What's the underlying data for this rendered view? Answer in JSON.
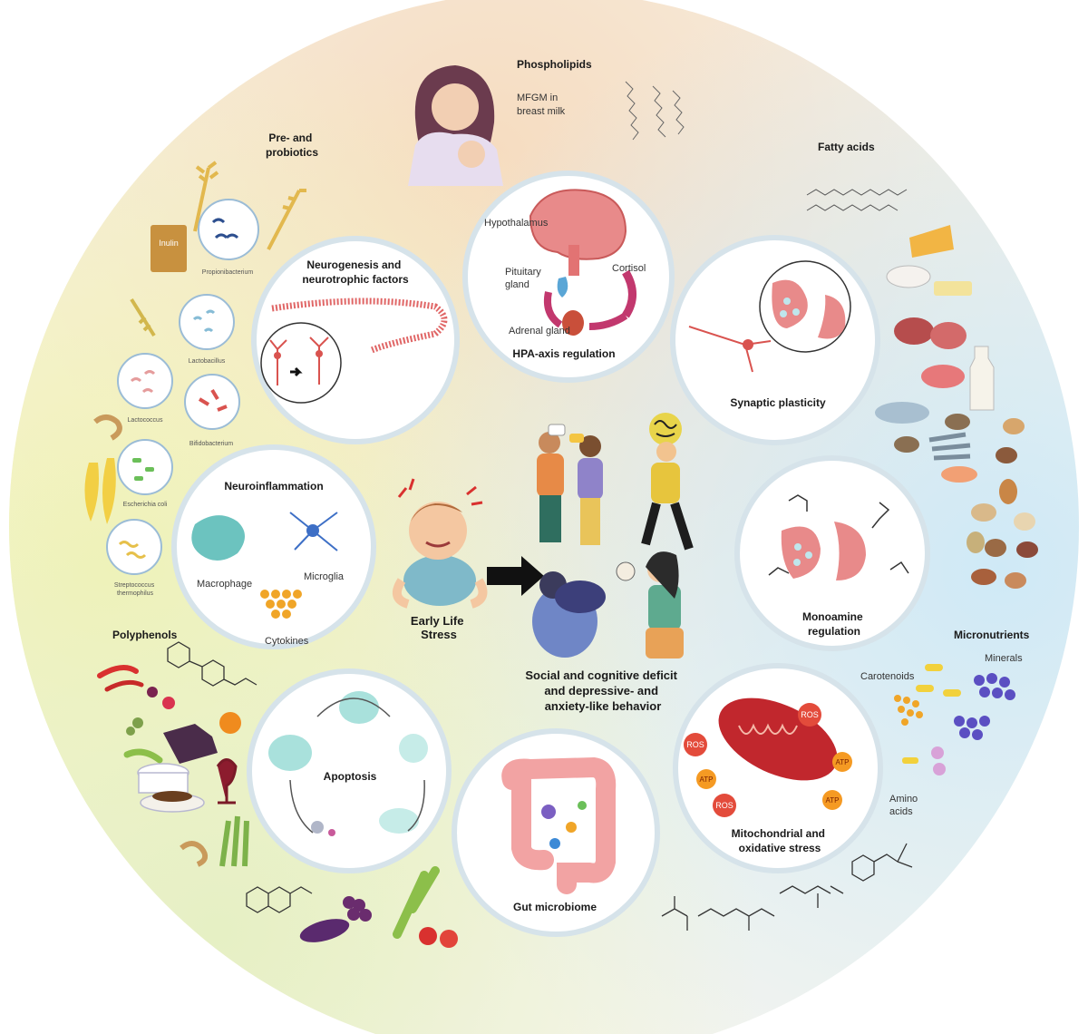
{
  "center": {
    "early_life_stress": [
      "Early Life",
      "Stress"
    ],
    "outcome": [
      "Social and cognitive deficit",
      "and depressive- and",
      "anxiety-like behavior"
    ]
  },
  "circles": {
    "hpa": {
      "title": "HPA-axis regulation",
      "labels": {
        "hypothalamus": "Hypothalamus",
        "pituitary": [
          "Pituitary",
          "gland"
        ],
        "cortisol": "Cortisol",
        "adrenal": "Adrenal gland"
      }
    },
    "neurogenesis": {
      "title": [
        "Neurogenesis and",
        "neurotrophic factors"
      ]
    },
    "synaptic": {
      "title": "Synaptic plasticity"
    },
    "neuroinflammation": {
      "title": "Neuroinflammation",
      "labels": {
        "macrophage": "Macrophage",
        "microglia": "Microglia",
        "cytokines": "Cytokines"
      }
    },
    "monoamine": {
      "title": [
        "Monoamine",
        "regulation"
      ]
    },
    "apoptosis": {
      "title": "Apoptosis"
    },
    "mitochondrial": {
      "title": [
        "Mitochondrial and",
        "oxidative stress"
      ],
      "labels": {
        "ros": "ROS",
        "atp": "ATP"
      }
    },
    "gut": {
      "title": "Gut microbiome"
    }
  },
  "nutrients": {
    "phospholipids": {
      "title": "Phospholipids",
      "sub": [
        "MFGM in",
        "breast milk"
      ]
    },
    "prebiotics": {
      "title": [
        "Pre- and",
        "probiotics"
      ],
      "inulin": "Inulin",
      "bacteria": {
        "propionibacterium": "Propionibacterium",
        "lactobacillus": "Lactobacillus",
        "lactococcus": "Lactococcus",
        "bifidobacterium": "Bifidobacterium",
        "ecoli": "Escherichia coli",
        "strep": [
          "Streptococcus",
          "thermophilus"
        ]
      }
    },
    "fatty_acids": {
      "title": "Fatty acids"
    },
    "polyphenols": {
      "title": "Polyphenols"
    },
    "micronutrients": {
      "title": "Micronutrients",
      "minerals": "Minerals",
      "carotenoids": "Carotenoids",
      "amino": [
        "Amino",
        "acids"
      ]
    }
  },
  "colors": {
    "warm_bg": "#f8e7cf",
    "yellow_bg": "#f3f2c4",
    "blue_bg": "#d7ecf6",
    "circle_ring": "#d6e3ea",
    "neuron_red": "#d9534f",
    "brain_pink": "#e88a8a",
    "arrow_magenta": "#c2386e",
    "teal_cell": "#8fd3cf"
  }
}
